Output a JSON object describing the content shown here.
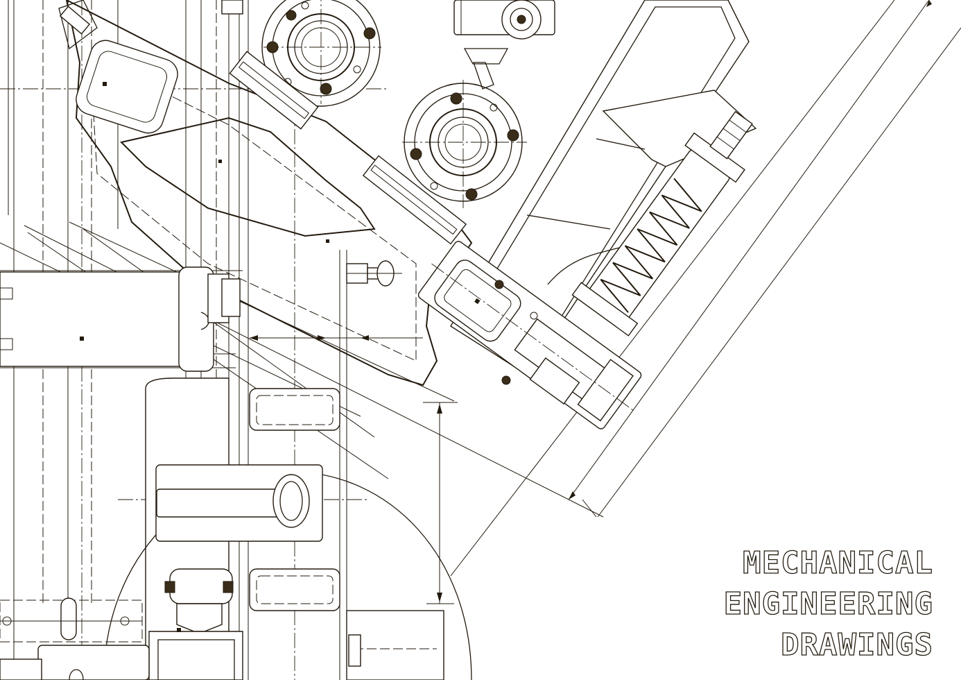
{
  "title": {
    "line1": "MECHANICAL",
    "line2": "ENGINEERING",
    "line3": "DRAWINGS"
  },
  "colors": {
    "background": "#ffffff",
    "ink": "#231a0e"
  }
}
